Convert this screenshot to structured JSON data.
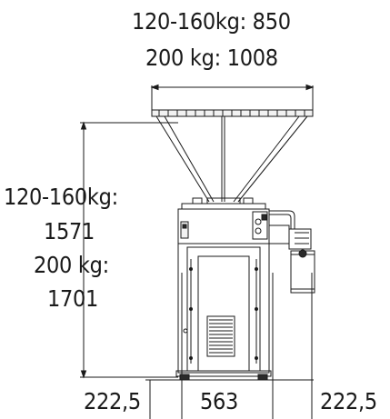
{
  "dimensions": {
    "width_label_1": "120-160kg: 850",
    "width_label_2": "200 kg: 1008",
    "height_label_1": "120-160kg:",
    "height_label_2": "1571",
    "height_label_3": "200 kg:",
    "height_label_4": "1701",
    "bottom_left": "222,5",
    "bottom_center": "563",
    "bottom_right": "222,5"
  },
  "colors": {
    "line": "#1a1a1a",
    "fill_light": "#f2f2f2",
    "fill_dark": "#2a2a2a"
  }
}
